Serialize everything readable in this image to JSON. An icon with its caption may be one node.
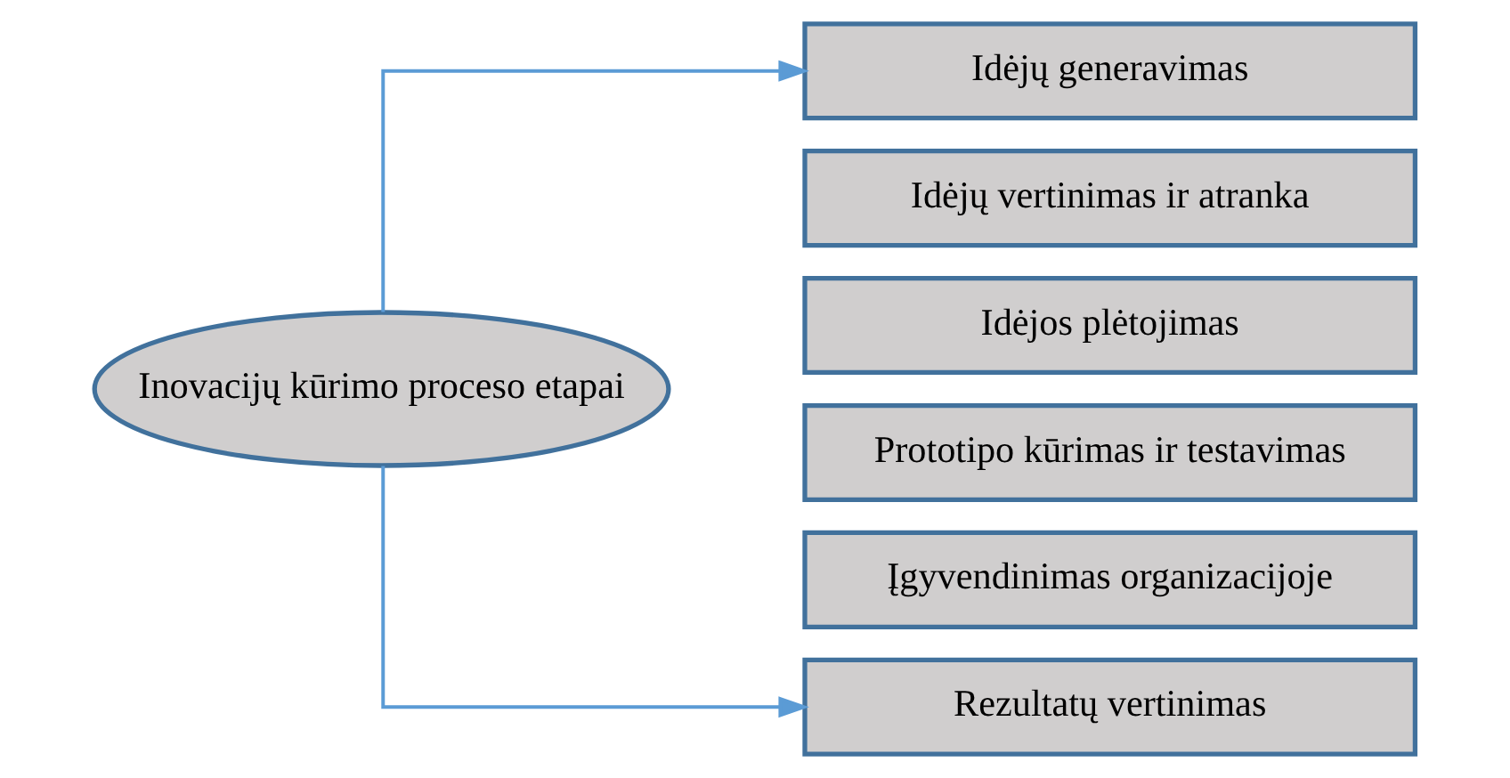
{
  "diagram": {
    "nodes": [
      {
        "text": [
          "Inovacijų kūrimo proceso etapai"
        ]
      },
      {
        "text": [
          "Idėjų generavimas"
        ]
      },
      {
        "text": [
          "Idėjų vertinimas ir atranka"
        ]
      },
      {
        "text": [
          "Idėjos plėtojimas"
        ]
      },
      {
        "text": [
          "Prototipo kūrimas ir testavimas"
        ]
      },
      {
        "text": [
          "Įgyvendinimas organizacijoje"
        ]
      },
      {
        "text": [
          "Rezultatų vertinimas"
        ]
      }
    ],
    "edges": [
      {
        "from": 0,
        "to": 1,
        "arrow": "to"
      },
      {
        "from": 0,
        "to": 6,
        "arrow": "to"
      }
    ]
  }
}
